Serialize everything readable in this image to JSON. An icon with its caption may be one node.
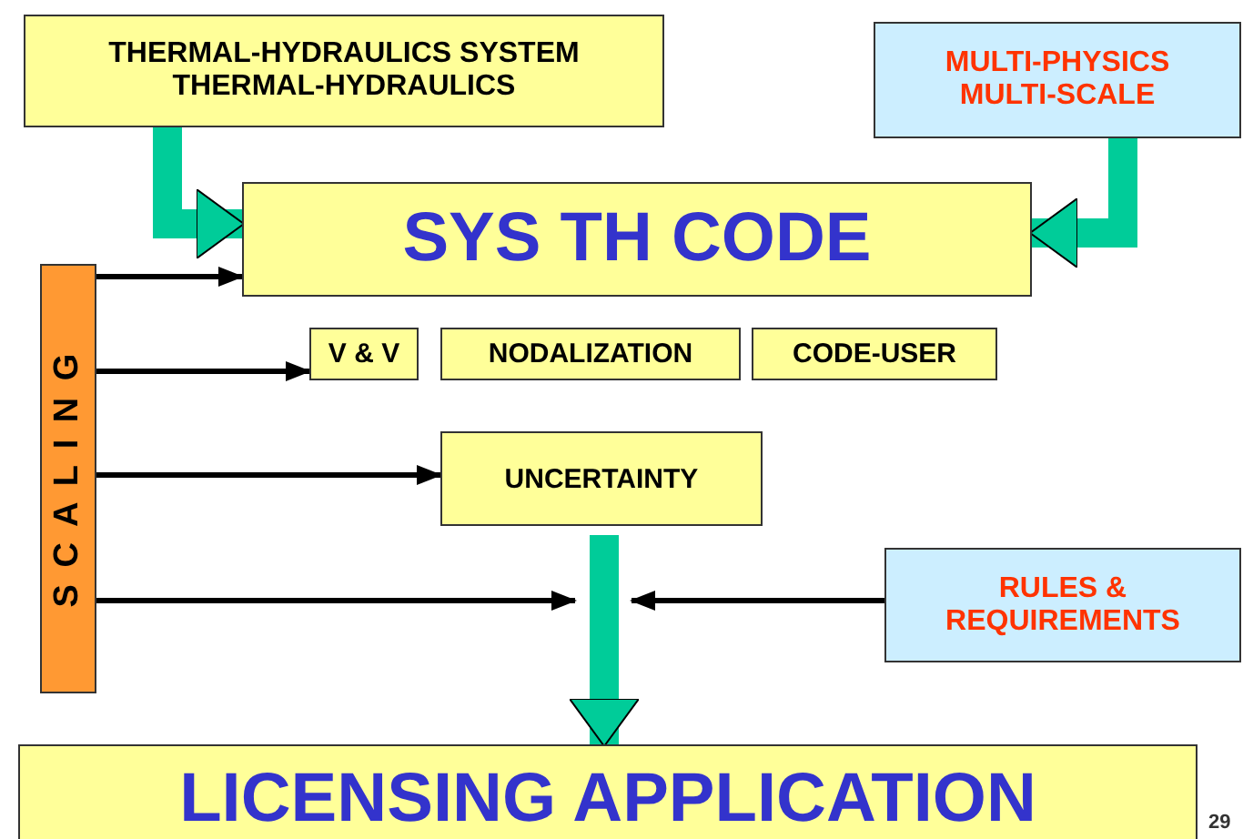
{
  "diagram": {
    "nodes": [
      {
        "text": [
          "THERMAL-HYDRAULICS SYSTEM THERMAL-HYDRAULICS"
        ]
      },
      {
        "text": [
          "MULTI-PHYSICS MULTI-SCALE"
        ]
      },
      {
        "text": [
          "SYS TH CODE"
        ]
      },
      {
        "text": [
          "S C A L I N G"
        ]
      },
      {
        "text": [
          "V & V"
        ]
      },
      {
        "text": [
          "NODALIZATION"
        ]
      },
      {
        "text": [
          "CODE-USER"
        ]
      },
      {
        "text": [
          "UNCERTAINTY"
        ]
      },
      {
        "text": [
          "RULES & REQUIREMENTS"
        ]
      },
      {
        "text": [
          "LICENSING APPLICATION"
        ]
      }
    ],
    "edges": [
      {
        "from": 0,
        "to": 2,
        "arrow": "to",
        "style": "thick",
        "color": "#00cc99"
      },
      {
        "from": 1,
        "to": 2,
        "arrow": "to",
        "style": "thick",
        "color": "#00cc99"
      },
      {
        "from": 3,
        "to": 2,
        "arrow": "to"
      },
      {
        "from": 3,
        "to": 4,
        "arrow": "to"
      },
      {
        "from": 3,
        "to": 7,
        "arrow": "to"
      },
      {
        "from": 3,
        "to": null,
        "arrow": "to"
      },
      {
        "from": 8,
        "to": null,
        "arrow": "to"
      },
      {
        "from": 7,
        "to": 9,
        "arrow": "to",
        "style": "thick",
        "color": "#00cc99"
      }
    ],
    "labels": [
      "29"
    ]
  }
}
